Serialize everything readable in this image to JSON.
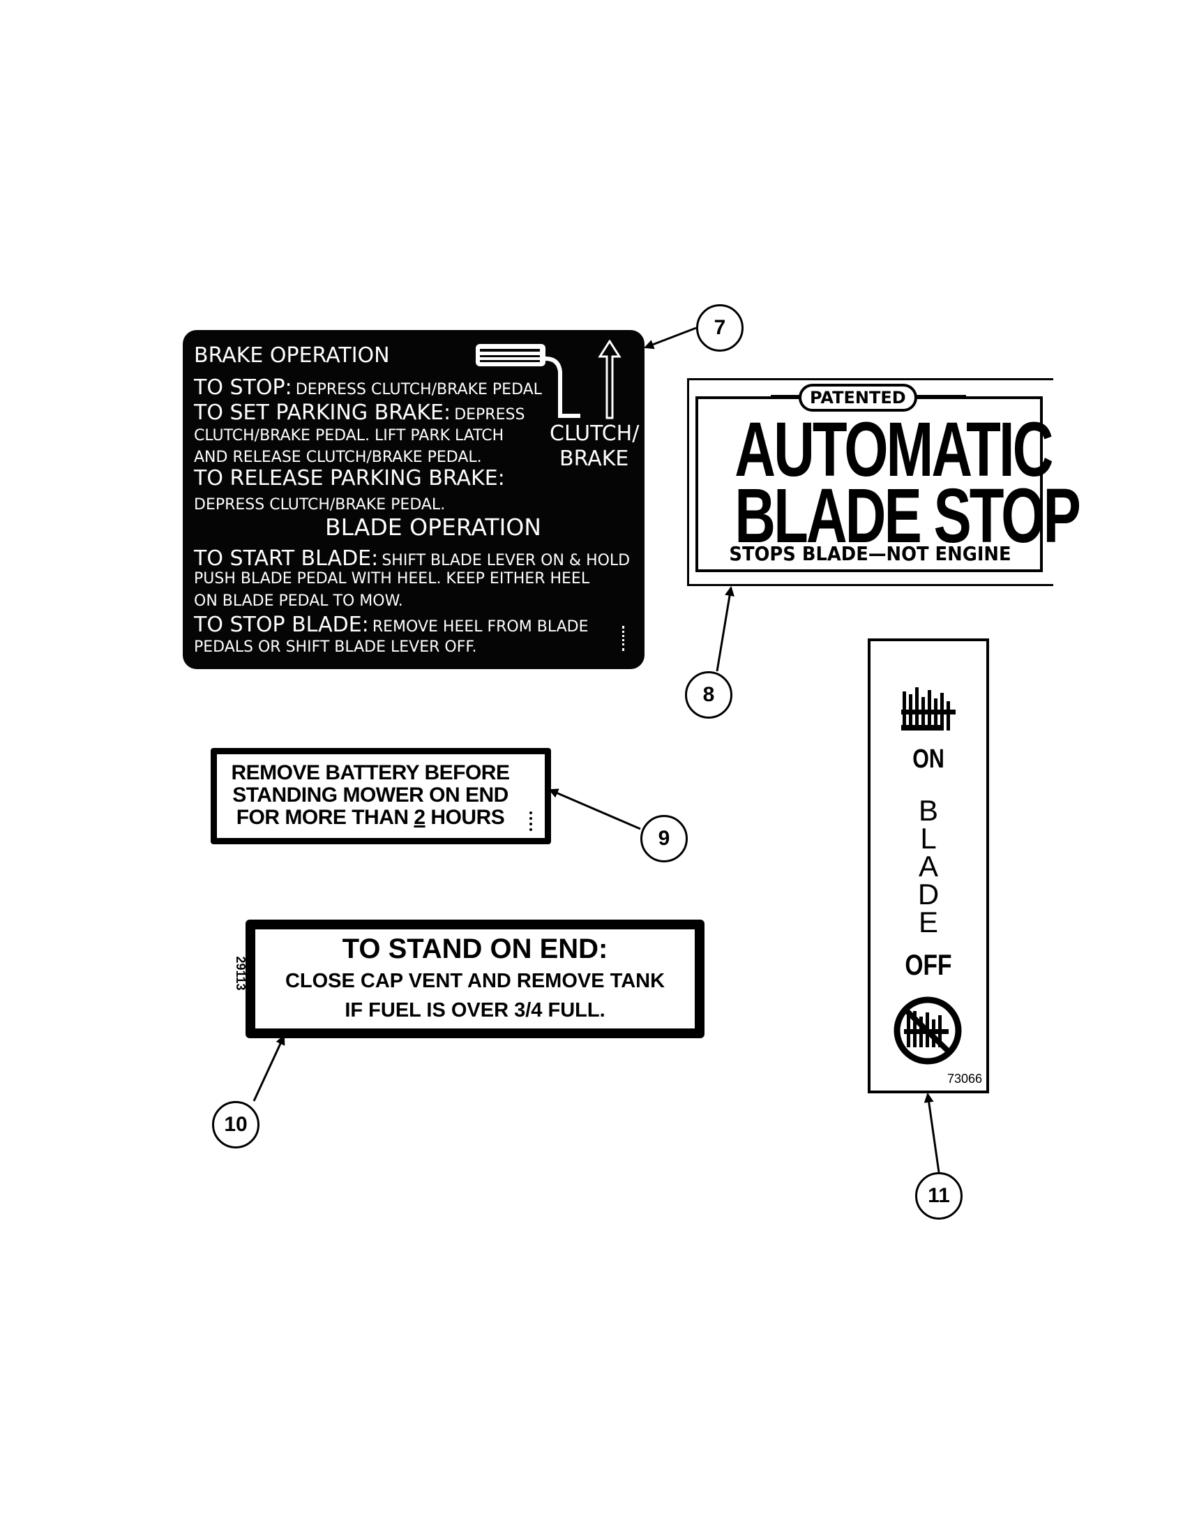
{
  "decal7": {
    "title": "BRAKE OPERATION",
    "stop_label": "TO STOP:",
    "stop_text": "DEPRESS CLUTCH/BRAKE PEDAL",
    "set_label": "TO SET PARKING BRAKE:",
    "set_text_1": "DEPRESS",
    "set_text_2": "CLUTCH/BRAKE PEDAL. LIFT PARK LATCH",
    "set_text_3": "AND RELEASE CLUTCH/BRAKE PEDAL.",
    "release_label": "TO RELEASE PARKING BRAKE:",
    "release_text": "DEPRESS CLUTCH/BRAKE PEDAL.",
    "pedal_label_1": "CLUTCH/",
    "pedal_label_2": "BRAKE",
    "blade_title": "BLADE OPERATION",
    "start_label": "TO START BLADE:",
    "start_text_1": "SHIFT BLADE LEVER ON & HOLD",
    "start_text_2": "PUSH BLADE PEDAL WITH HEEL. KEEP EITHER HEEL",
    "start_text_3": "ON BLADE PEDAL TO MOW.",
    "stopblade_label": "TO STOP BLADE:",
    "stopblade_text_1": "REMOVE HEEL FROM BLADE",
    "stopblade_text_2": "PEDALS OR SHIFT BLADE LEVER OFF."
  },
  "decal8": {
    "badge": "PATENTED",
    "line1": "AUTOMATIC",
    "line2": "BLADE STOP",
    "line3": "STOPS BLADE—NOT ENGINE"
  },
  "decal9": {
    "line1": "REMOVE BATTERY BEFORE",
    "line2": "STANDING MOWER ON END",
    "line3_a": "FOR MORE THAN ",
    "line3_num": "2",
    "line3_b": " HOURS"
  },
  "decal10": {
    "part_number": "29113",
    "line1": "TO STAND ON END:",
    "line2": "CLOSE CAP VENT AND REMOVE TANK",
    "line3": "IF FUEL IS OVER 3/4 FULL."
  },
  "decal11": {
    "on": "ON",
    "blade_letters": [
      "B",
      "L",
      "A",
      "D",
      "E"
    ],
    "off": "OFF",
    "part_number": "73066"
  },
  "callouts": [
    "7",
    "8",
    "9",
    "10",
    "11"
  ]
}
